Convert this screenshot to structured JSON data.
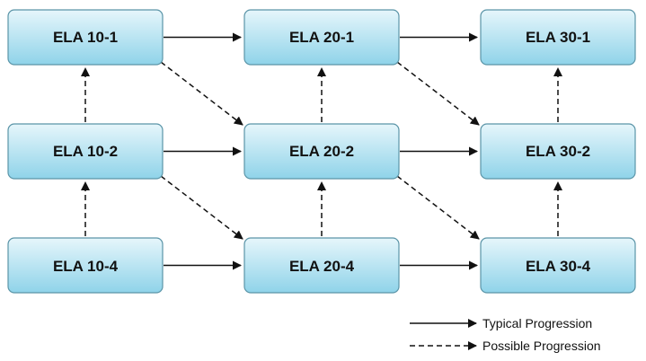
{
  "nodes": {
    "ela_10_1": "ELA 10-1",
    "ela_10_2": "ELA 10-2",
    "ela_10_4": "ELA 10-4",
    "ela_20_1": "ELA 20-1",
    "ela_20_2": "ELA 20-2",
    "ela_20_4": "ELA 20-4",
    "ela_30_1": "ELA 30-1",
    "ela_30_2": "ELA 30-2",
    "ela_30_4": "ELA 30-4"
  },
  "edges": [
    {
      "from": "ela_10_1",
      "to": "ela_20_1",
      "style": "solid"
    },
    {
      "from": "ela_20_1",
      "to": "ela_30_1",
      "style": "solid"
    },
    {
      "from": "ela_10_2",
      "to": "ela_20_2",
      "style": "solid"
    },
    {
      "from": "ela_20_2",
      "to": "ela_30_2",
      "style": "solid"
    },
    {
      "from": "ela_10_4",
      "to": "ela_20_4",
      "style": "solid"
    },
    {
      "from": "ela_20_4",
      "to": "ela_30_4",
      "style": "solid"
    },
    {
      "from": "ela_10_2",
      "to": "ela_10_1",
      "style": "dashed"
    },
    {
      "from": "ela_10_4",
      "to": "ela_10_2",
      "style": "dashed"
    },
    {
      "from": "ela_20_2",
      "to": "ela_20_1",
      "style": "dashed"
    },
    {
      "from": "ela_20_4",
      "to": "ela_20_2",
      "style": "dashed"
    },
    {
      "from": "ela_30_2",
      "to": "ela_30_1",
      "style": "dashed"
    },
    {
      "from": "ela_30_4",
      "to": "ela_30_2",
      "style": "dashed"
    },
    {
      "from": "ela_10_1",
      "to": "ela_20_2",
      "style": "dashed"
    },
    {
      "from": "ela_10_2",
      "to": "ela_20_4",
      "style": "dashed"
    },
    {
      "from": "ela_20_1",
      "to": "ela_30_2",
      "style": "dashed"
    },
    {
      "from": "ela_20_2",
      "to": "ela_30_4",
      "style": "dashed"
    }
  ],
  "legend": {
    "typical": "Typical Progression",
    "possible": "Possible Progression"
  },
  "colors": {
    "box_top": "#e6f6fb",
    "box_bottom": "#8fd3e9",
    "box_border": "#5b95a8",
    "line": "#111111"
  }
}
